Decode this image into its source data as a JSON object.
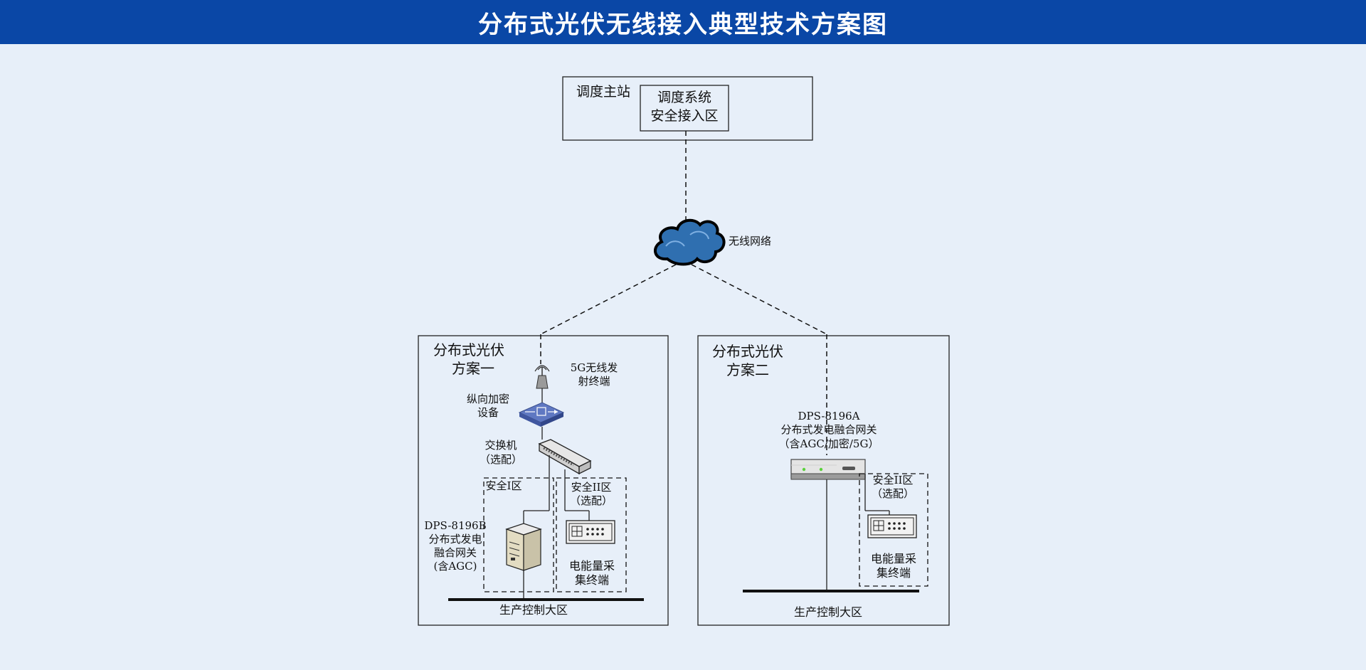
{
  "title": "分布式光伏无线接入典型技术方案图",
  "colors": {
    "header_bg": "#0a47a6",
    "page_bg": "#e7eff9",
    "cloud": "#2f6fb0",
    "encryptor": "#5f78c2"
  },
  "master_station": {
    "label": "调度主站",
    "inner_line1": "调度系统",
    "inner_line2": "安全接入区"
  },
  "network": {
    "label": "无线网络",
    "icon": "cloud-icon"
  },
  "scheme1": {
    "title_line1": "分布式光伏",
    "title_line2": "方案一",
    "antenna_line1": "5G无线发",
    "antenna_line2": "射终端",
    "encryptor_line1": "纵向加密",
    "encryptor_line2": "设备",
    "switch_line1": "交换机",
    "switch_line2": "（选配）",
    "zone1_label": "安全I区",
    "zone2_line1": "安全II区",
    "zone2_line2": "（选配）",
    "gateway_line1": "DPS-8196B",
    "gateway_line2": "分布式发电",
    "gateway_line3": "融合网关",
    "gateway_line4": "(含AGC)",
    "meter_line1": "电能量采",
    "meter_line2": "集终端",
    "bus_label": "生产控制大区"
  },
  "scheme2": {
    "title_line1": "分布式光伏",
    "title_line2": "方案二",
    "gateway_line1": "DPS-8196A",
    "gateway_line2": "分布式发电融合网关",
    "gateway_line3": "（含AGC/加密/5G）",
    "zone2_line1": "安全II区",
    "zone2_line2": "（选配）",
    "meter_line1": "电能量采",
    "meter_line2": "集终端",
    "bus_label": "生产控制大区"
  }
}
